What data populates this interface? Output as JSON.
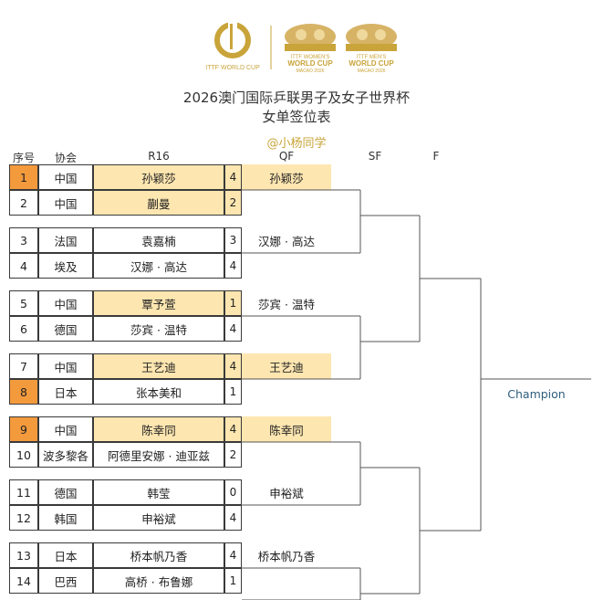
{
  "logos": {
    "left_logo_text": "ITTF WORLD CUP",
    "center_logo_text": [
      "ITTF WOMEN'S",
      "WORLD CUP",
      "MACAO 2026"
    ],
    "right_logo_text": [
      "ITTF MEN'S",
      "WORLD CUP",
      "MACAO 2026"
    ]
  },
  "title_line1": "2026澳门国际乒联男子及女子世界杯",
  "title_line2": "女单签位表",
  "watermark": "@小杨同学",
  "headers": {
    "seed": "序号",
    "assoc": "协会",
    "r16": "R16",
    "qf": "QF",
    "sf": "SF",
    "f": "F"
  },
  "rows": [
    {
      "seed": "1",
      "assoc": "中国",
      "name": "孙颖莎",
      "score": "4"
    },
    {
      "seed": "2",
      "assoc": "中国",
      "name": "蒯曼",
      "score": "2"
    },
    {
      "seed": "3",
      "assoc": "法国",
      "name": "袁嘉楠",
      "score": "3"
    },
    {
      "seed": "4",
      "assoc": "埃及",
      "name": "汉娜 · 高达",
      "score": "4"
    },
    {
      "seed": "5",
      "assoc": "中国",
      "name": "覃予萱",
      "score": "1"
    },
    {
      "seed": "6",
      "assoc": "德国",
      "name": "莎宾 · 温特",
      "score": "4"
    },
    {
      "seed": "7",
      "assoc": "中国",
      "name": "王艺迪",
      "score": "4"
    },
    {
      "seed": "8",
      "assoc": "日本",
      "name": "张本美和",
      "score": "1"
    },
    {
      "seed": "9",
      "assoc": "中国",
      "name": "陈幸同",
      "score": "4"
    },
    {
      "seed": "10",
      "assoc": "波多黎各",
      "name": "阿德里安娜 · 迪亚兹",
      "score": "2"
    },
    {
      "seed": "11",
      "assoc": "德国",
      "name": "韩莹",
      "score": "0"
    },
    {
      "seed": "12",
      "assoc": "韩国",
      "name": "申裕斌",
      "score": "4"
    },
    {
      "seed": "13",
      "assoc": "日本",
      "name": "桥本帆乃香",
      "score": "4"
    },
    {
      "seed": "14",
      "assoc": "巴西",
      "name": "高桥 · 布鲁娜",
      "score": "1"
    }
  ],
  "qf": [
    "孙颖莎",
    "汉娜 · 高达",
    "莎宾 · 温特",
    "王艺迪",
    "陈幸同",
    "申裕斌",
    "桥本帆乃香"
  ],
  "champion_label": "Champion"
}
